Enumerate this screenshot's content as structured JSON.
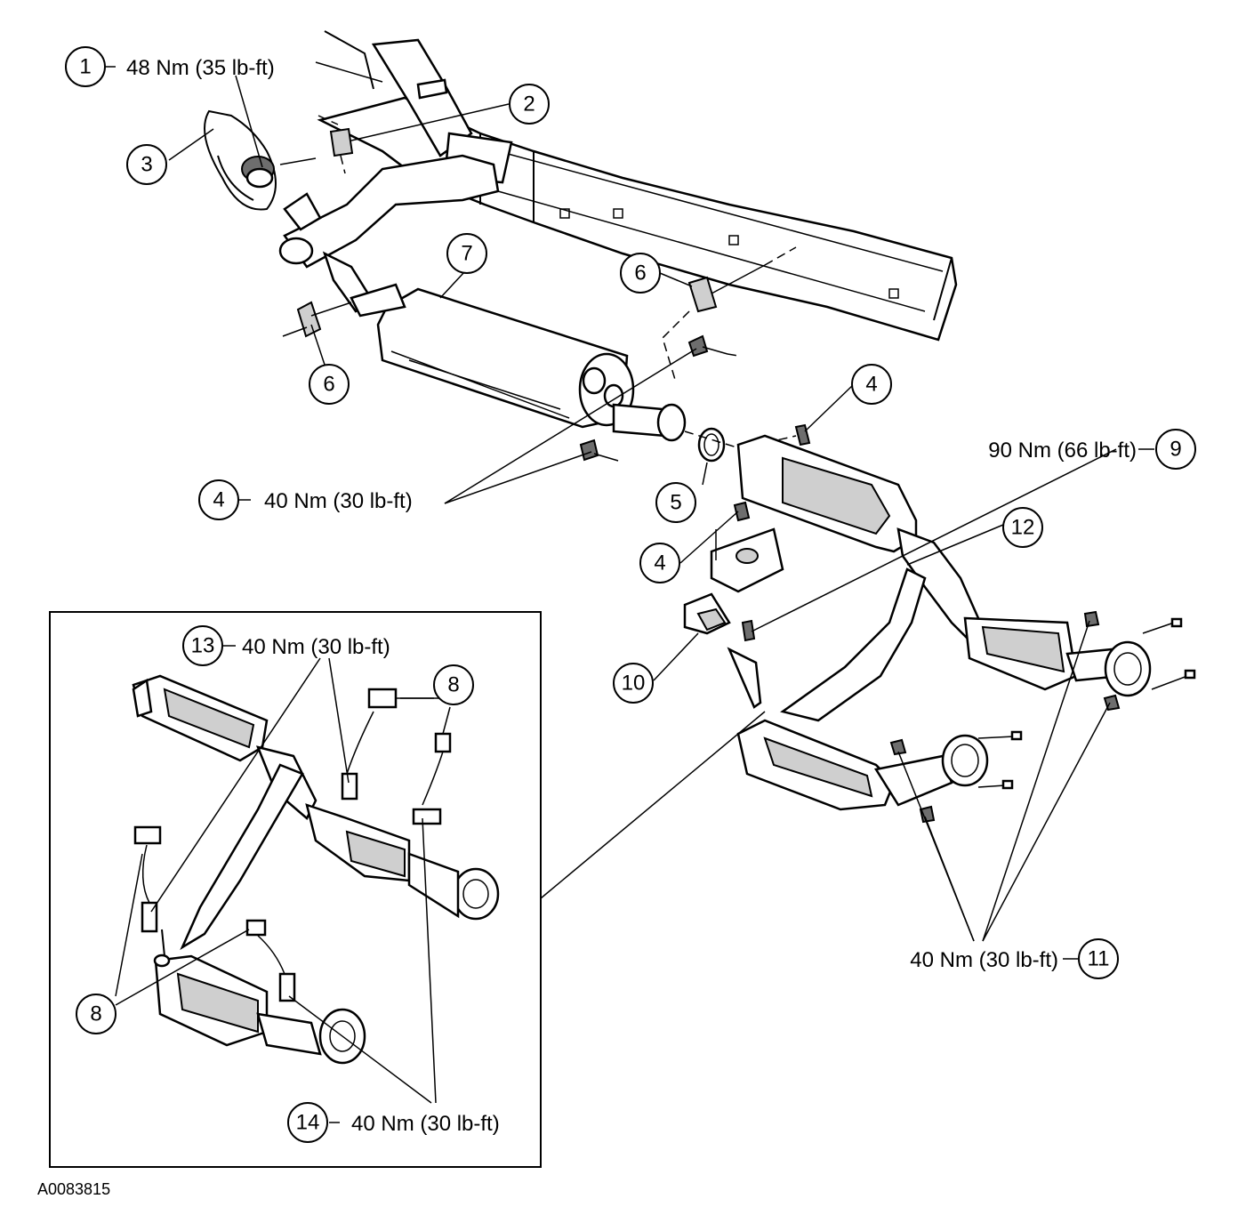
{
  "callouts": [
    {
      "id": "c1",
      "number": "1",
      "spec": "48 Nm (35 lb-ft)"
    },
    {
      "id": "c2",
      "number": "2",
      "spec": ""
    },
    {
      "id": "c3",
      "number": "3",
      "spec": ""
    },
    {
      "id": "c4a",
      "number": "4",
      "spec": ""
    },
    {
      "id": "c4b",
      "number": "4",
      "spec": "40 Nm (30 lb-ft)"
    },
    {
      "id": "c4c",
      "number": "4",
      "spec": ""
    },
    {
      "id": "c5",
      "number": "5",
      "spec": ""
    },
    {
      "id": "c6a",
      "number": "6",
      "spec": ""
    },
    {
      "id": "c6b",
      "number": "6",
      "spec": ""
    },
    {
      "id": "c7",
      "number": "7",
      "spec": ""
    },
    {
      "id": "c8a",
      "number": "8",
      "spec": ""
    },
    {
      "id": "c8b",
      "number": "8",
      "spec": ""
    },
    {
      "id": "c9",
      "number": "9",
      "spec": "90 Nm (66 lb-ft)"
    },
    {
      "id": "c10",
      "number": "10",
      "spec": ""
    },
    {
      "id": "c11",
      "number": "11",
      "spec": "40 Nm (30 lb-ft)"
    },
    {
      "id": "c12",
      "number": "12",
      "spec": ""
    },
    {
      "id": "c13",
      "number": "13",
      "spec": "40 Nm (30 lb-ft)"
    },
    {
      "id": "c14",
      "number": "14",
      "spec": "40 Nm (30 lb-ft)"
    }
  ],
  "reference_code": "A0083815"
}
